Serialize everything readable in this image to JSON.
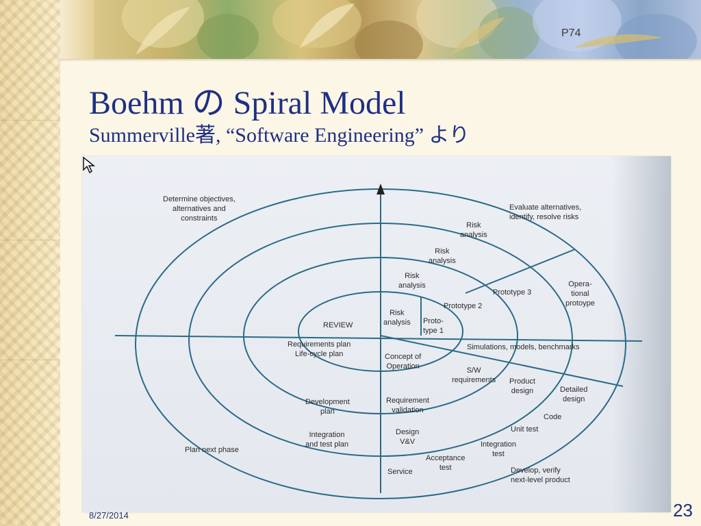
{
  "slide": {
    "page_ref": "P74",
    "title": "Boehm の Spiral Model",
    "subtitle": "Summerville著, “Software Engineering” より",
    "date": "8/27/2014",
    "slide_number": "23"
  },
  "diagram": {
    "labels": {
      "determine": [
        "Determine objectives,",
        "alternatives and",
        "constraints"
      ],
      "evaluate": [
        "Evaluate alternatives,",
        "identify, resolve risks"
      ],
      "risk4": [
        "Risk",
        "analysis"
      ],
      "risk3": [
        "Risk",
        "analysis"
      ],
      "risk2": [
        "Risk",
        "analysis"
      ],
      "risk1": [
        "Risk",
        "analysis"
      ],
      "prototype3": "Prototype 3",
      "prototype2": "Prototype 2",
      "prototype1": [
        "Proto-",
        "type 1"
      ],
      "operational": [
        "Opera-",
        "tional",
        "protoype"
      ],
      "review": "REVIEW",
      "requirements_plan": [
        "Requirements plan",
        "Life-cycle plan"
      ],
      "simulations": "Simulations, models, benchmarks",
      "concept": [
        "Concept of",
        "Operation"
      ],
      "sw_requirements": [
        "S/W",
        "requirements"
      ],
      "product_design": [
        "Product",
        "design"
      ],
      "detailed_design": [
        "Detailed",
        "design"
      ],
      "development_plan": [
        "Development",
        "plan"
      ],
      "requirement_validation": [
        "Requirement",
        "validation"
      ],
      "code": "Code",
      "integration_plan": [
        "Integration",
        "and test plan"
      ],
      "design_vv": [
        "Design",
        "V&V"
      ],
      "unit_test": "Unit test",
      "integration_test": [
        "Integration",
        "test"
      ],
      "acceptance_test": [
        "Acceptance",
        "test"
      ],
      "plan_next": "Plan next phase",
      "service": "Service",
      "develop_verify": [
        "Develop, verify",
        "next-level product"
      ]
    }
  }
}
